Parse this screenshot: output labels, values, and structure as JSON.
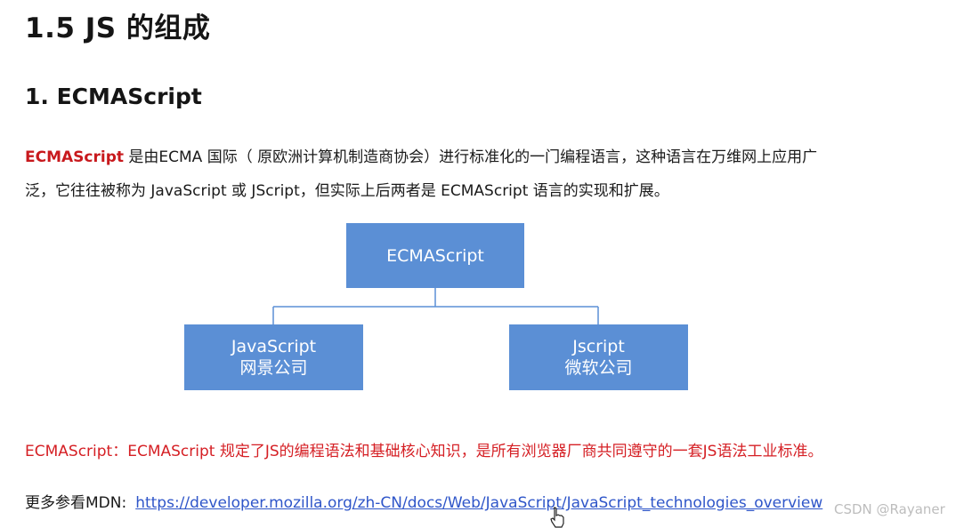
{
  "heading": "1.5 JS 的组成",
  "subheading": "1. ECMAScript",
  "intro": {
    "term": "ECMAScript",
    "line1_rest": " 是由ECMA 国际（ 原欧洲计算机制造商协会）进行标准化的一门编程语言，这种语言在万维网上应用广",
    "line2": "泛，它往往被称为 JavaScript 或 JScript，但实际上后两者是 ECMAScript 语言的实现和扩展。"
  },
  "diagram": {
    "root": "ECMAScript",
    "left": {
      "title": "JavaScript",
      "subtitle": "网景公司"
    },
    "right": {
      "title": "Jscript",
      "subtitle": "微软公司"
    },
    "box_color": "#5b8fd5",
    "line_color": "#5b8fd5"
  },
  "standard_note": "ECMAScript：ECMAScript 规定了JS的编程语法和基础核心知识，是所有浏览器厂商共同遵守的一套JS语法工业标准。",
  "more": {
    "label": "更多参看MDN:",
    "link": "https://developer.mozilla.org/zh-CN/docs/Web/JavaScript/JavaScript_technologies_overview"
  },
  "watermark": "CSDN @Rayaner",
  "colors": {
    "term": "#c8191d",
    "note": "#d51f24",
    "link": "#2f56c9"
  }
}
